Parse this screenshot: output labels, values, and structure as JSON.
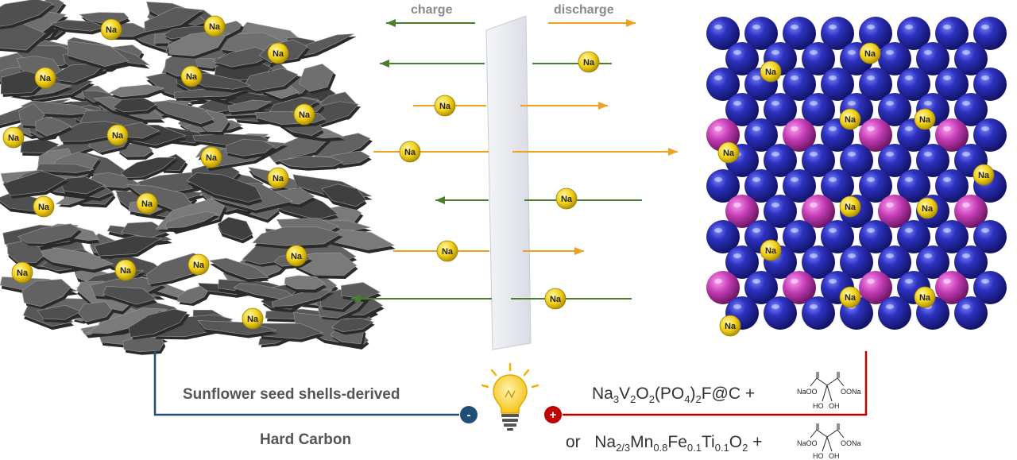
{
  "ion_symbol": "Na",
  "direction_labels": {
    "charge": "charge",
    "discharge": "discharge"
  },
  "anode": {
    "line1": "Sunflower seed shells-derived",
    "line2": "Hard Carbon"
  },
  "cathode_options": {
    "option1": {
      "pre": "Na",
      "s1": "3",
      "m1": "V",
      "s2": "2",
      "m2": "O",
      "s3": "2",
      "m3": "(PO",
      "s4": "4",
      "m4": ")",
      "s5": "2",
      "post": "F@C +"
    },
    "option2": {
      "or": "or",
      "pre": "Na",
      "s1": "2/3",
      "m1": "Mn",
      "s2": "0.8",
      "m2": "Fe",
      "s3": "0.1",
      "m3": "Ti",
      "s4": "0.1",
      "m4": "O",
      "s5": "2",
      "post": "+"
    }
  },
  "additive_molecule": {
    "left_group": "NaOO",
    "right_group": "OONa",
    "hydroxyl_left": "HO",
    "hydroxyl_right": "OH"
  },
  "terminals": {
    "negative": "-",
    "positive": "+"
  },
  "colors": {
    "charge_arrow": "#4a7f2a",
    "discharge_arrow": "#f0a020",
    "anode_wire": "#1f4e79",
    "cathode_wire": "#c00000",
    "sodium_ion": "#f2d018",
    "cathode_sphere": "#2a2aa8",
    "dopant_sphere": "#c040b0",
    "carbon_flake": "#5a5a5a"
  },
  "icons": {
    "bulb": "lightbulb-icon"
  }
}
